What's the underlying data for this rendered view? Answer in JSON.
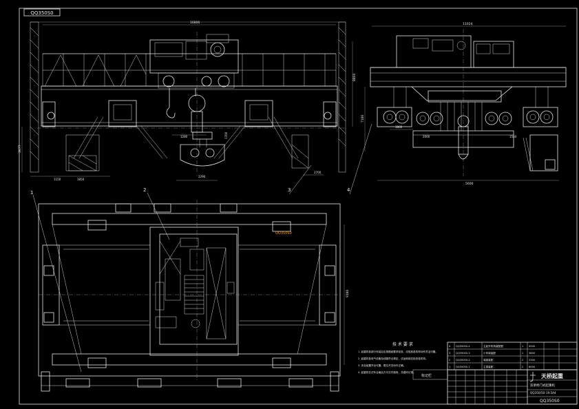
{
  "drawing": {
    "code_top": "QQ350S0",
    "code_bottom": "QQ350S0",
    "orange_note": "QQ350S0",
    "title_company": "天桥起重",
    "title_name": "双梁桥门式起重机",
    "title_model": "QQ350/50-19.5A4",
    "tech_title": "技 术 要 求",
    "tech_notes": [
      "1. 起重机各部分安装后应按图纸要求检查，试验前各机构动作灵活可靠。",
      "2. 起重机各电气设备及线路符合规定，试运转前应检查各机构。",
      "3. 安全装置齐全可靠，限位开关动作正确。",
      "4. 起重机在试车合格后方可交付使用，并做好记录。"
    ],
    "stamp_label": "标记栏"
  },
  "dimensions": {
    "front_span": "16800",
    "front_right_vert": "8800",
    "front_height_left": "3677",
    "front_bottom": [
      "1150",
      "1850",
      "2700"
    ],
    "hook": [
      "1280",
      "1700",
      "2290"
    ],
    "side_span": "11024",
    "side_labels": [
      "3800",
      "2000",
      "1550"
    ],
    "side_bottom": "5600",
    "side_height": "7180",
    "plan_height": "9180"
  },
  "balloons": [
    "1",
    "2",
    "3",
    "4"
  ],
  "bom": {
    "rows": [
      [
        "4",
        "QQ350S0-4",
        "主起升机构装配图",
        "1",
        "4500"
      ],
      [
        "3",
        "QQ350S0-3",
        "小车架装配",
        "1",
        "3800"
      ],
      [
        "2",
        "QQ350S0-2",
        "端梁装配",
        "2",
        "2300"
      ],
      [
        "1",
        "QQ350S0-1",
        "主梁装配",
        "2",
        "6000"
      ]
    ]
  }
}
